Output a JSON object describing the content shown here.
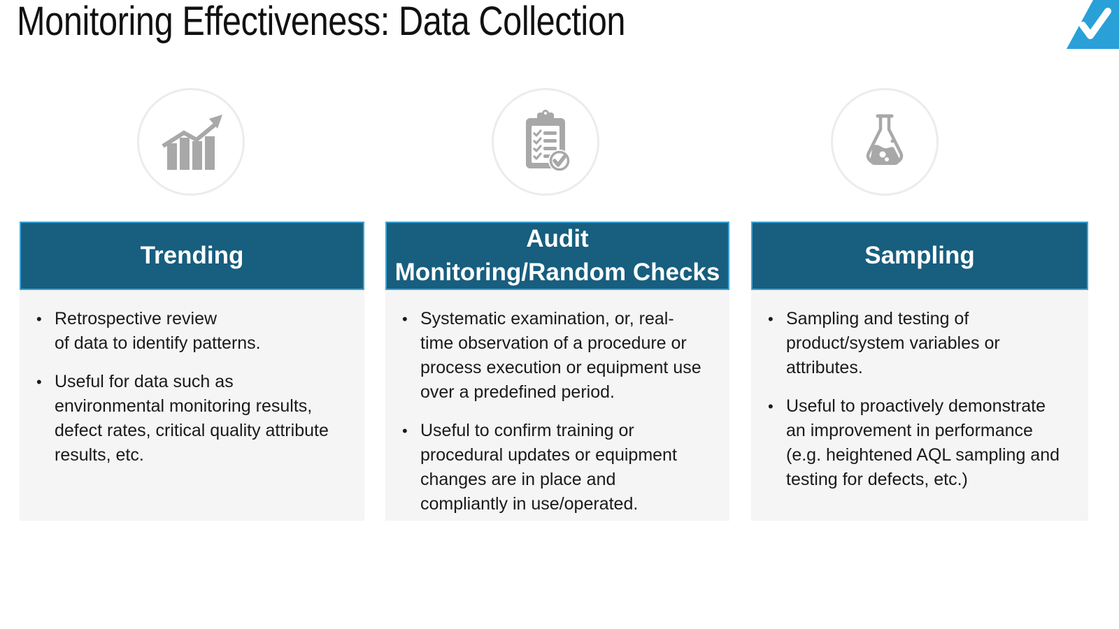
{
  "page": {
    "title": "Monitoring Effectiveness: Data Collection"
  },
  "bullet_char": "•",
  "corner_badge": {
    "icon": "checkmark-icon",
    "color": "#29a0d8"
  },
  "colors": {
    "header_teal": "#175e7f",
    "header_border": "#3ba4d9",
    "panel_bg": "#f5f5f5",
    "icon_gray": "#a8a8a8",
    "badge_blue": "#29a0d8",
    "text": "#1a1a1a"
  },
  "columns": [
    {
      "icon": "bar-chart-trend-icon",
      "header_lines": [
        "Trending"
      ],
      "bullets": [
        "Retrospective review\nof data to identify patterns.",
        "Useful for data such as\nenvironmental monitoring results,\ndefect rates, critical quality attribute\nresults, etc."
      ]
    },
    {
      "icon": "clipboard-checklist-icon",
      "header_lines": [
        "Audit",
        "Monitoring/Random Checks"
      ],
      "bullets": [
        "Systematic examination, or, real-\ntime observation of a procedure or\nprocess execution or equipment use\nover a predefined period.",
        "Useful to confirm training or\nprocedural updates or equipment\nchanges are in place and\ncompliantly in use/operated."
      ]
    },
    {
      "icon": "flask-icon",
      "header_lines": [
        "Sampling"
      ],
      "bullets": [
        "Sampling and testing of\nproduct/system variables or\nattributes.",
        "Useful to proactively demonstrate\nan improvement in performance\n(e.g. heightened AQL sampling and\ntesting for defects, etc.)"
      ]
    }
  ]
}
